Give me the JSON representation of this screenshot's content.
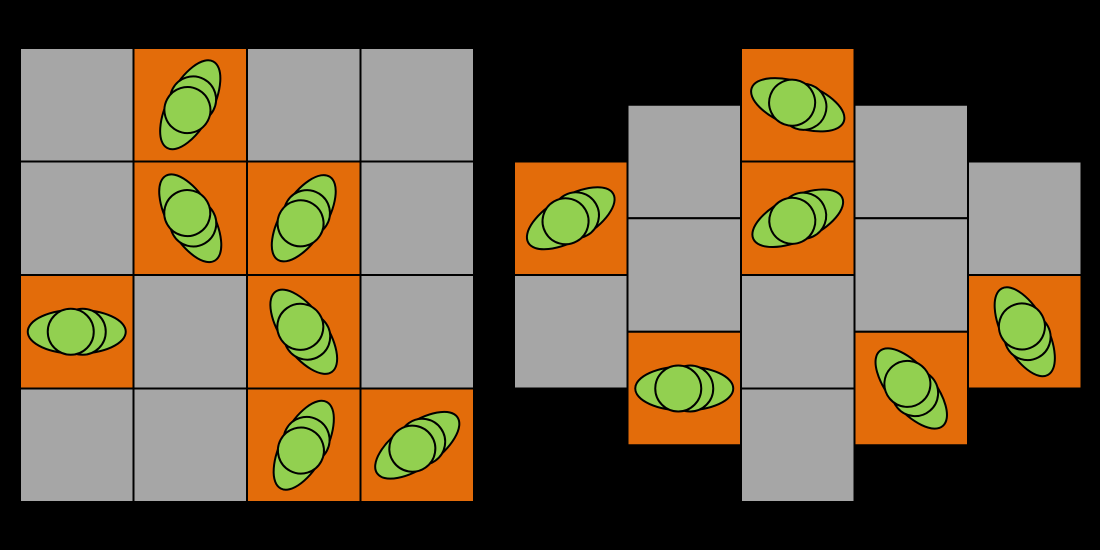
{
  "colors": {
    "background": "#000000",
    "empty_cell": "#a6a6a6",
    "marked_cell": "#e36c0a",
    "cell_border": "#000000",
    "token_fill": "#92d050",
    "token_stroke": "#000000"
  },
  "grids": [
    {
      "name": "left-grid",
      "shape": "square",
      "columns": [
        {
          "cells": [
            {
              "state": "empty"
            },
            {
              "state": "empty"
            },
            {
              "state": "marked",
              "tilt": 0
            },
            {
              "state": "empty"
            }
          ]
        },
        {
          "cells": [
            {
              "state": "marked",
              "tilt": -62
            },
            {
              "state": "marked",
              "tilt": 60
            },
            {
              "state": "empty"
            },
            {
              "state": "empty"
            }
          ]
        },
        {
          "cells": [
            {
              "state": "empty"
            },
            {
              "state": "marked",
              "tilt": -58
            },
            {
              "state": "marked",
              "tilt": 55
            },
            {
              "state": "marked",
              "tilt": -62
            }
          ]
        },
        {
          "cells": [
            {
              "state": "empty"
            },
            {
              "state": "empty"
            },
            {
              "state": "empty"
            },
            {
              "state": "marked",
              "tilt": -35
            }
          ]
        }
      ]
    },
    {
      "name": "right-grid",
      "shape": "staggered",
      "columns": [
        {
          "offset": 1,
          "cells": [
            {
              "state": "marked",
              "tilt": -30
            },
            {
              "state": "empty"
            }
          ]
        },
        {
          "offset": 0.5,
          "cells": [
            {
              "state": "empty"
            },
            {
              "state": "empty"
            },
            {
              "state": "marked",
              "tilt": 0
            }
          ]
        },
        {
          "offset": 0,
          "cells": [
            {
              "state": "marked",
              "tilt": 20
            },
            {
              "state": "marked",
              "tilt": -25
            },
            {
              "state": "empty"
            },
            {
              "state": "empty"
            }
          ]
        },
        {
          "offset": 0.5,
          "cells": [
            {
              "state": "empty"
            },
            {
              "state": "empty"
            },
            {
              "state": "marked",
              "tilt": 50
            }
          ]
        },
        {
          "offset": 1,
          "cells": [
            {
              "state": "empty"
            },
            {
              "state": "marked",
              "tilt": 62
            }
          ]
        }
      ]
    }
  ]
}
